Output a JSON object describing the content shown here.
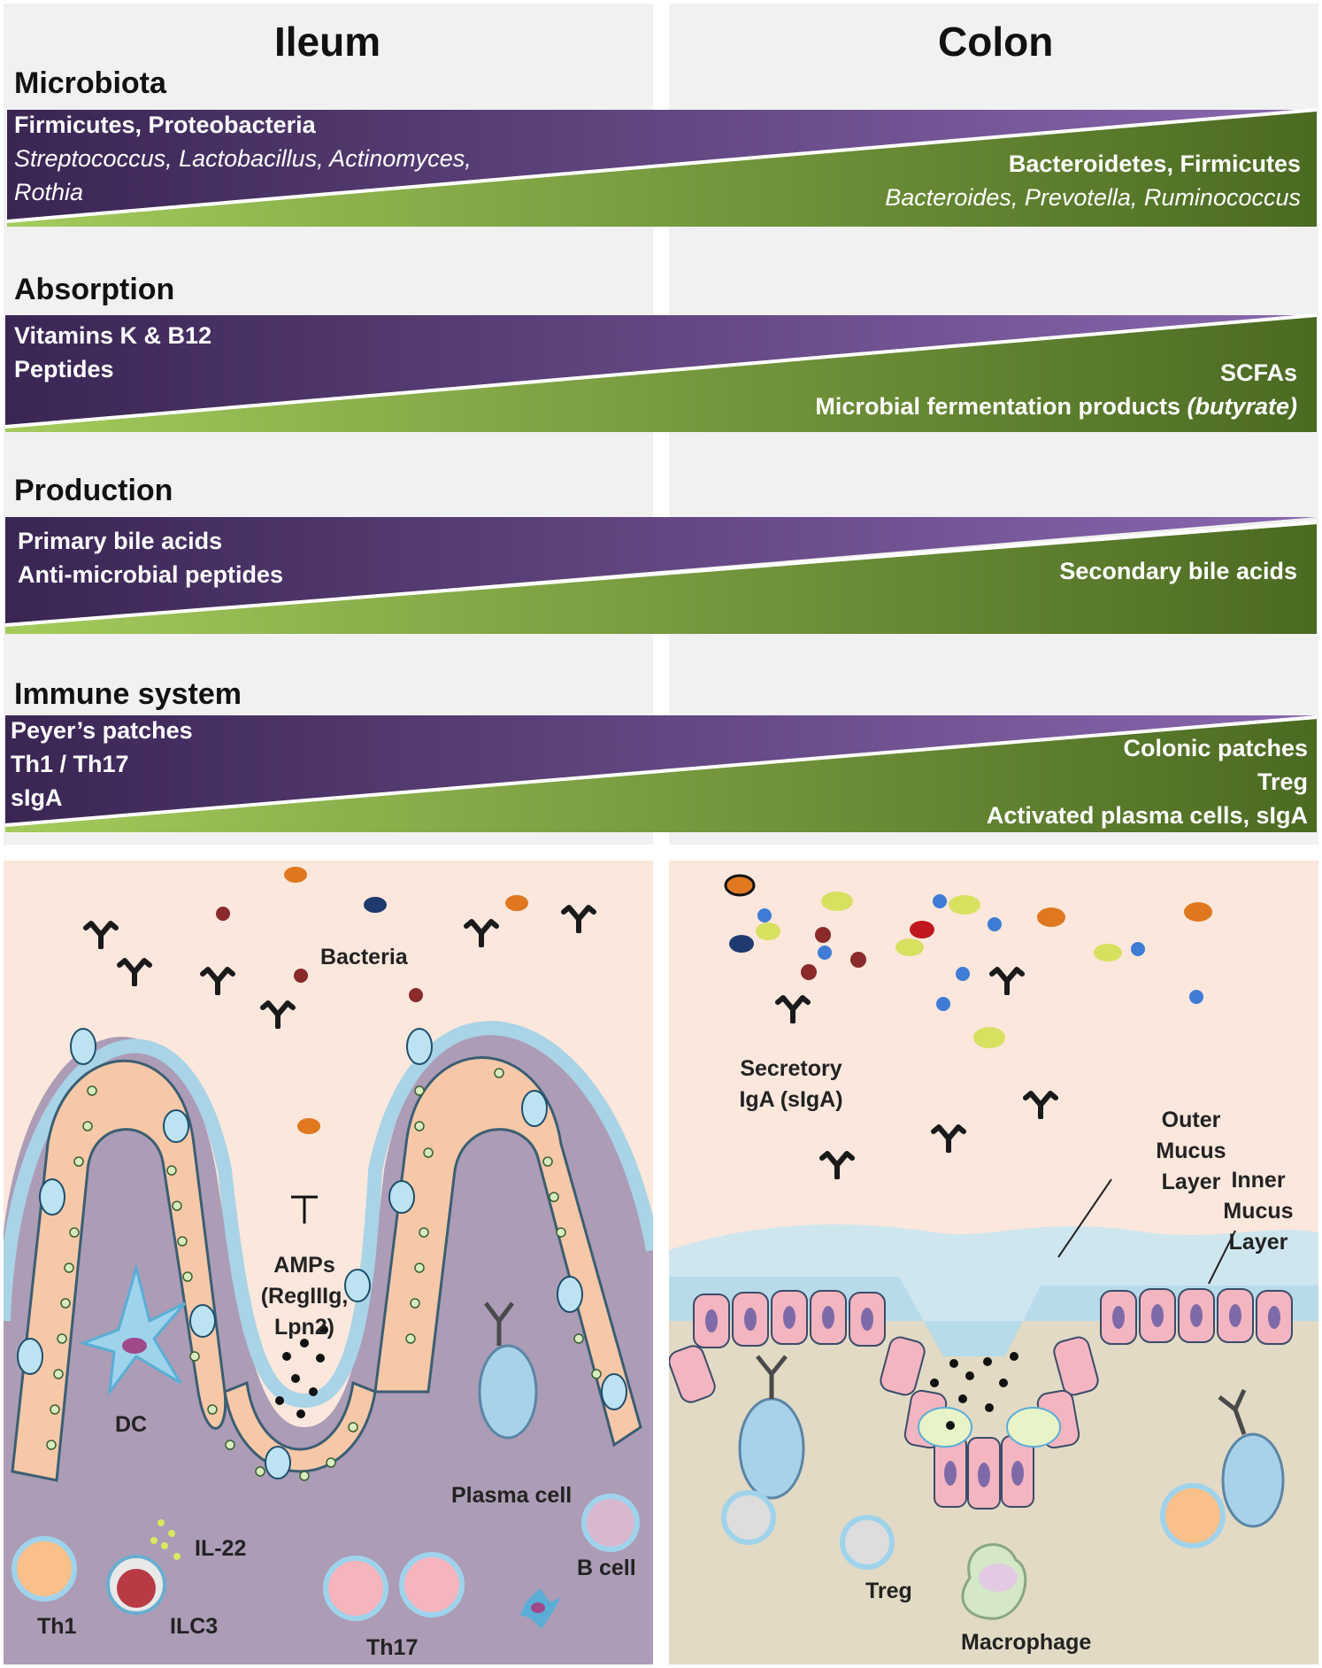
{
  "columns": {
    "left": "Ileum",
    "right": "Colon"
  },
  "sections": [
    {
      "title": "Microbiota",
      "left": [
        "Firmicutes, Proteobacteria",
        "Streptococcus, Lactobacillus, Actinomyces,",
        "Rothia"
      ],
      "right": [
        "Bacteroidetes, Firmicutes",
        "Bacteroides, Prevotella, Ruminococcus"
      ]
    },
    {
      "title": "Absorption",
      "left": [
        "Vitamins K & B12",
        "Peptides"
      ],
      "right": [
        "SCFAs",
        "Microbial fermentation products",
        "(butyrate)"
      ]
    },
    {
      "title": "Production",
      "left": [
        "Primary bile acids",
        "Anti-microbial peptides"
      ],
      "right": [
        "Secondary bile acids"
      ]
    },
    {
      "title": "Immune system",
      "left": [
        "Peyer’s patches",
        "Th1 / Th17",
        "sIgA"
      ],
      "right": [
        "Colonic patches",
        "Treg",
        "Activated plasma cells, sIgA"
      ]
    }
  ],
  "ileum_panel": {
    "bacteria": "Bacteria",
    "amps": [
      "AMPs",
      "(RegIIIg,",
      "Lpn2)"
    ],
    "dc": "DC",
    "plasma_cell": "Plasma cell",
    "il22": "IL-22",
    "b_cell": "B cell",
    "th1": "Th1",
    "ilc3": "ILC3",
    "th17": "Th17"
  },
  "colon_panel": {
    "siga": [
      "Secretory",
      "IgA (sIgA)"
    ],
    "outer_mucus": [
      "Outer",
      "Mucus",
      "Layer"
    ],
    "inner_mucus": [
      "Inner",
      "Mucus",
      "Layer"
    ],
    "treg": "Treg",
    "macrophage": "Macrophage"
  },
  "colors": {
    "purple_dark": "#3e2a5a",
    "purple_light": "#7a5aa0",
    "green_dark": "#4f6e24",
    "green_light": "#95be4e",
    "lumen": "#fbe7dc",
    "ileum_tissue": "#b0a0b8",
    "colon_tissue": "#e2dac4",
    "mucus": "#a8d4e6",
    "enterocyte": "#f6c8a8",
    "colonocyte": "#f3b5c0"
  }
}
